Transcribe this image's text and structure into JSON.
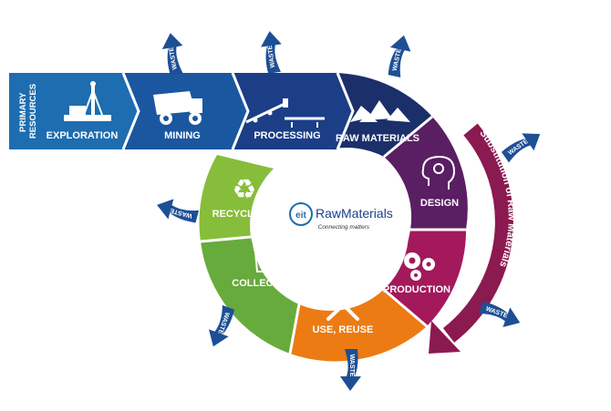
{
  "primary_resources": [
    "PRIMARY",
    "RESOURCES"
  ],
  "stages": {
    "exploration": "EXPLORATION",
    "mining": "MINING",
    "processing": "PROCESSING",
    "raw_materials": "RAW MATERIALS",
    "design": "DESIGN",
    "production": "PRODUCTION",
    "use_reuse": "USE, REUSE",
    "collection": "COLLECTION",
    "recycling": "RECYCLING"
  },
  "waste_label": "WASTE",
  "substitution_label": "Substitution of Raw Materials",
  "logo": {
    "eit": "eit",
    "name": "RawMaterials",
    "tagline": "Connecting matters"
  },
  "colors": {
    "exploration": "#1d6db0",
    "mining": "#1a57a0",
    "processing": "#1b3e86",
    "raw_materials": "#1b2f6a",
    "design": "#5a1e62",
    "production": "#a3195b",
    "use_reuse": "#ec7b14",
    "collection": "#67ab3c",
    "recycling": "#86bd3a",
    "substitution": "#8b1a50",
    "waste_arrow": "#1d4f95"
  },
  "icons": {
    "exploration": "drilling-rig-icon",
    "mining": "dump-truck-icon",
    "processing": "conveyor-icon",
    "raw_materials": "rock-pile-icon",
    "design": "head-gears-icon",
    "production": "gears-icon",
    "use_reuse": "wrench-screwdriver-icon",
    "collection": "recycling-bin-icon",
    "recycling": "recycle-icon"
  }
}
